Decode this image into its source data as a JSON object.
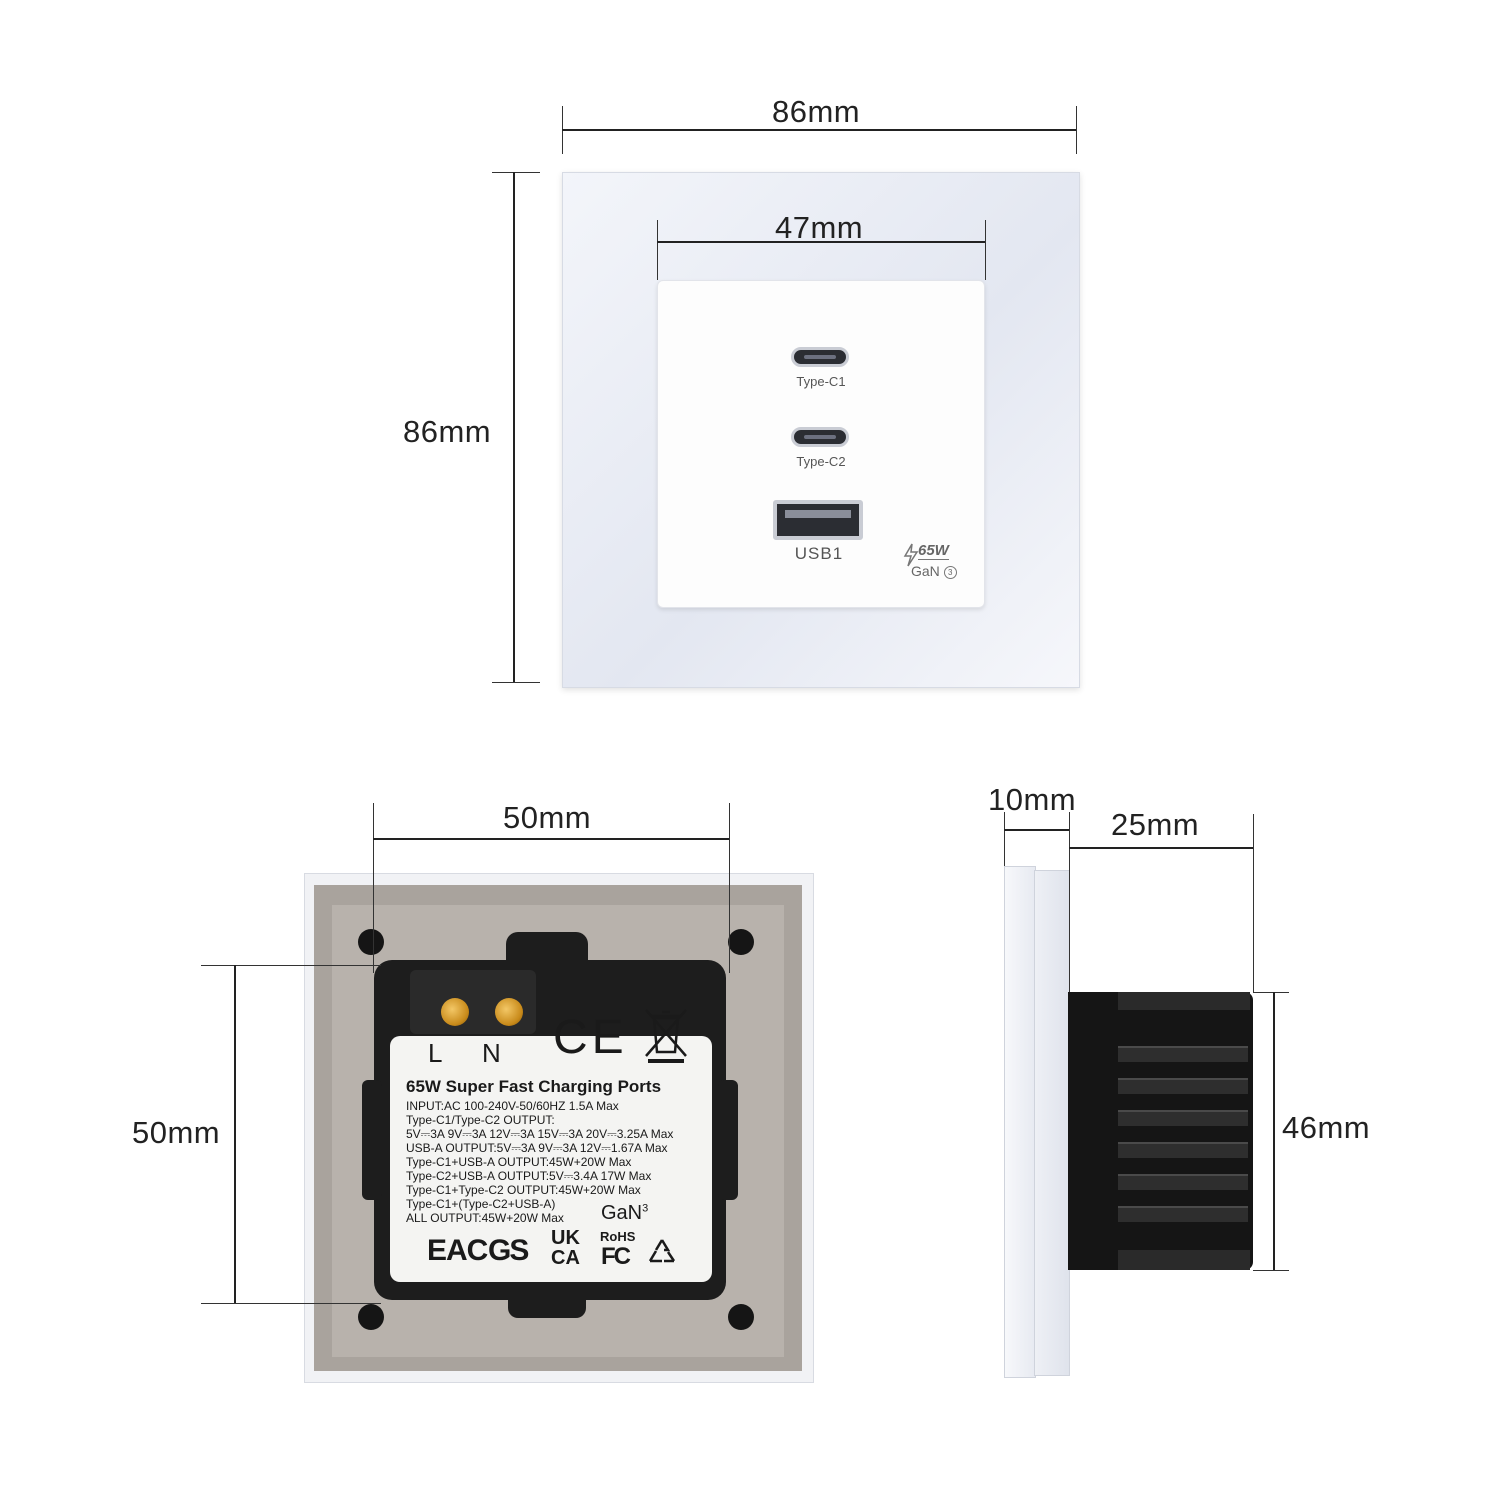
{
  "dimensions": {
    "front_width": "86mm",
    "front_height": "86mm",
    "insert_width": "47mm",
    "back_width": "50mm",
    "back_height": "50mm",
    "side_plate_depth": "10mm",
    "side_body_depth": "25mm",
    "side_body_height": "46mm"
  },
  "front": {
    "port1_label": "Type-C1",
    "port2_label": "Type-C2",
    "port3_label": "USB1",
    "badge_power": "65W",
    "badge_gan": "GaN"
  },
  "back": {
    "terminal_l": "L",
    "terminal_n": "N",
    "ce_mark": "CE",
    "title": "65W Super Fast Charging Ports",
    "spec_lines": [
      "INPUT:AC 100-240V-50/60HZ 1.5A Max",
      "Type-C1/Type-C2 OUTPUT:",
      "5V⎓3A 9V⎓3A 12V⎓3A 15V⎓3A 20V⎓3.25A Max",
      "USB-A OUTPUT:5V⎓3A 9V⎓3A 12V⎓1.67A Max",
      "Type-C1+USB-A OUTPUT:45W+20W Max",
      "Type-C2+USB-A OUTPUT:5V⎓3.4A 17W Max",
      "Type-C1+Type-C2 OUTPUT:45W+20W Max",
      "Type-C1+(Type-C2+USB-A)",
      "ALL OUTPUT:45W+20W Max"
    ],
    "gan_mark": "GaN",
    "gan_superscript": "3",
    "eac_mark": "EAC",
    "gs_mark": "GS",
    "ukca_top": "UK",
    "ukca_bottom": "CA",
    "rohs_mark": "RoHS",
    "fc_mark": "FC"
  },
  "icons": [
    "weee-bin-icon",
    "recycle-icon",
    "lightning-icon"
  ]
}
